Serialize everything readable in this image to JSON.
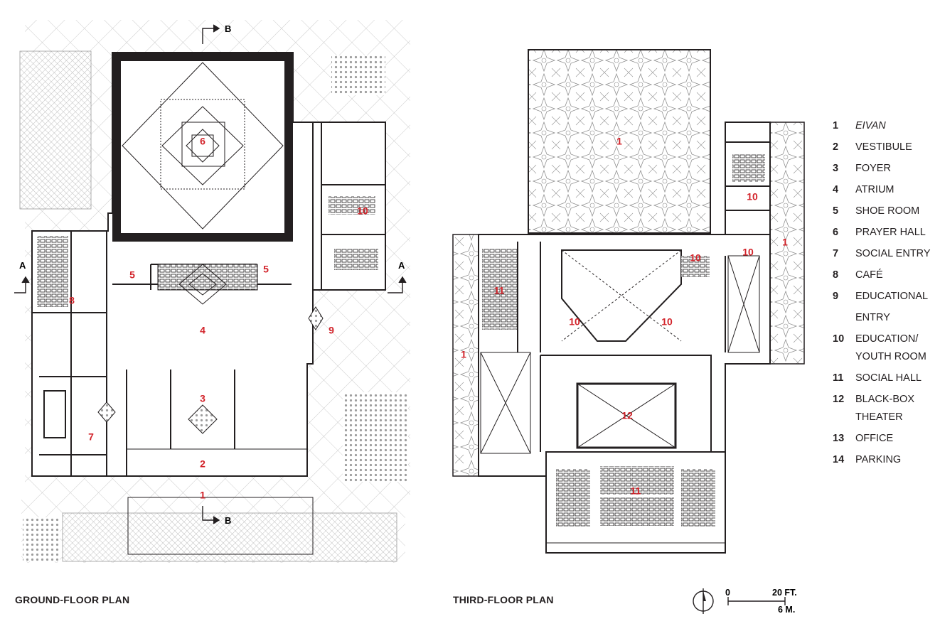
{
  "captions": {
    "ground": "GROUND-FLOOR PLAN",
    "third": "THIRD-FLOOR PLAN"
  },
  "scale": {
    "zero": "0",
    "ft": "20 FT.",
    "m": "6 M."
  },
  "section_marks": {
    "b": "B",
    "a": "A"
  },
  "legend": [
    {
      "num": "1",
      "label": "EIVAN",
      "italic": true
    },
    {
      "num": "2",
      "label": "VESTIBULE"
    },
    {
      "num": "3",
      "label": "FOYER"
    },
    {
      "num": "4",
      "label": "ATRIUM"
    },
    {
      "num": "5",
      "label": "SHOE ROOM"
    },
    {
      "num": "6",
      "label": "PRAYER HALL"
    },
    {
      "num": "7",
      "label": "SOCIAL ENTRY"
    },
    {
      "num": "8",
      "label": "CAFÉ"
    },
    {
      "num": "9",
      "label": "EDUCATIONAL\nENTRY"
    },
    {
      "num": "10",
      "label": "EDUCATION/\nYOUTH ROOM"
    },
    {
      "num": "11",
      "label": "SOCIAL HALL"
    },
    {
      "num": "12",
      "label": "BLACK-BOX\nTHEATER"
    },
    {
      "num": "13",
      "label": "OFFICE"
    },
    {
      "num": "14",
      "label": "PARKING"
    }
  ],
  "ground_labels": [
    "1",
    "2",
    "3",
    "4",
    "5",
    "5",
    "6",
    "7",
    "8",
    "9",
    "10"
  ],
  "third_labels": [
    "1",
    "1",
    "1",
    "10",
    "10",
    "10",
    "10",
    "10",
    "11",
    "11",
    "12"
  ],
  "colors": {
    "ink": "#231f20",
    "room_number": "#d2232a",
    "hatch": "#b9b9b9"
  }
}
